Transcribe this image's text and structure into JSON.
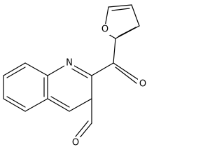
{
  "molecule": {
    "atoms": {
      "quinoline_nitrogen": "N",
      "furan_oxygen": "O",
      "ketone_oxygen": "O",
      "aldehyde_oxygen": "O"
    },
    "colors": {
      "bond": "#000000",
      "label": "#000000",
      "background": "#ffffff"
    }
  }
}
